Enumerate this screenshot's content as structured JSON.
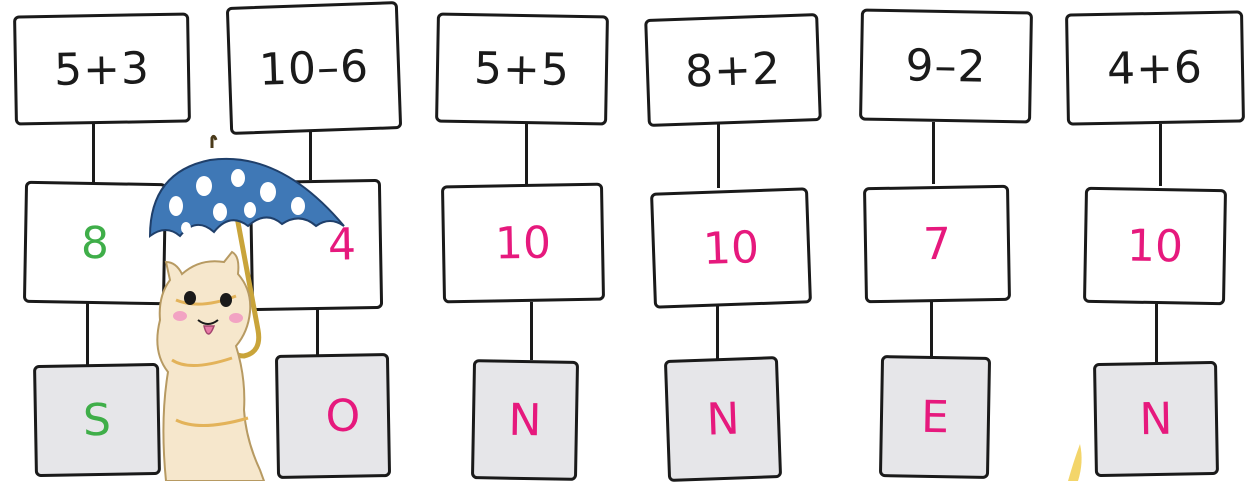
{
  "columns": [
    {
      "task": "5+3",
      "answer": "8",
      "letter": "S",
      "color": "#3fae49"
    },
    {
      "task": "10–6",
      "answer": "4",
      "letter": "O",
      "color": "#e6197d"
    },
    {
      "task": "5+5",
      "answer": "10",
      "letter": "N",
      "color": "#e6197d"
    },
    {
      "task": "8+2",
      "answer": "10",
      "letter": "N",
      "color": "#e6197d"
    },
    {
      "task": "9–2",
      "answer": "7",
      "letter": "E",
      "color": "#e6197d"
    },
    {
      "task": "4+6",
      "answer": "10",
      "letter": "N",
      "color": "#e6197d"
    }
  ],
  "illustration": {
    "name": "llama-with-umbrella-illustration",
    "umbrella_color": "#3f78b6"
  }
}
